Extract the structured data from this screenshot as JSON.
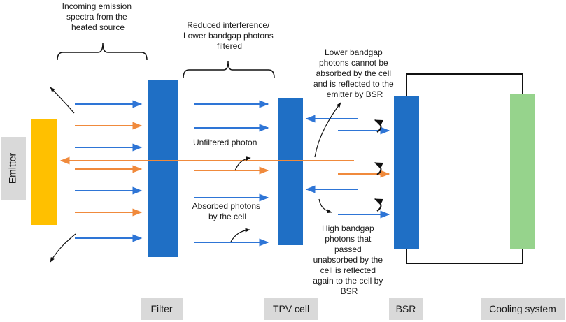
{
  "colors": {
    "emitter": "#FFC000",
    "blue_block": "#1F6FC5",
    "cooling": "#96D38C",
    "blue_arrow": "#2E75D6",
    "orange_arrow": "#F08A3C",
    "label_bg": "#D9D9D9"
  },
  "annotations": {
    "incoming": [
      "Incoming emission",
      "spectra from the",
      "heated source"
    ],
    "reduced": [
      "Reduced interference/",
      "Lower bandgap photons",
      "filtered"
    ],
    "lower_bandgap": [
      "Lower bandgap",
      "photons cannot be",
      "absorbed by the cell",
      "and is reflected to the",
      "emitter by BSR"
    ],
    "unfiltered": "Unfiltered photon",
    "absorbed": [
      "Absorbed photons",
      "by the cell"
    ],
    "high_bandgap": [
      "High bandgap",
      "photons that",
      "passed",
      "unabsorbed by the",
      "cell is reflected",
      "again to the cell by",
      "BSR"
    ]
  },
  "components": {
    "emitter": "Emitter",
    "filter": "Filter",
    "tpv_cell": "TPV cell",
    "bsr": "BSR",
    "cooling": "Cooling system"
  }
}
